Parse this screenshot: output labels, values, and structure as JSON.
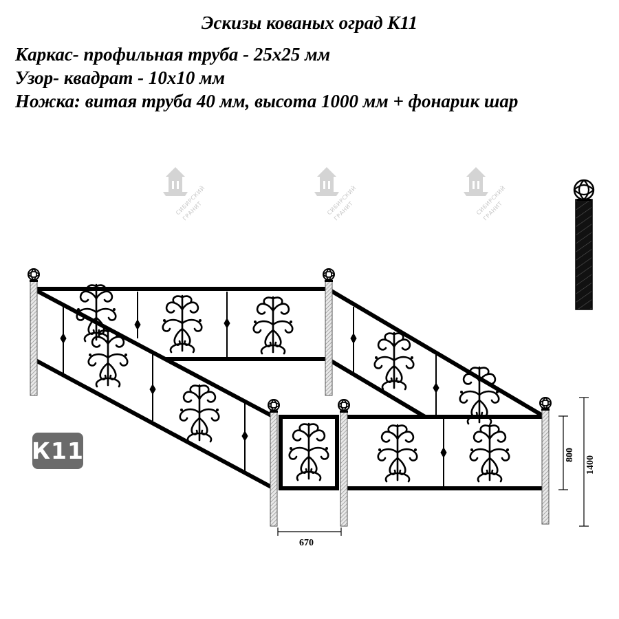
{
  "title": "Эскизы кованых оград К11",
  "specs": {
    "frame": "Каркас- профильная труба - 25х25 мм",
    "pattern": "Узор- квадрат - 10х10 мм",
    "leg": "Ножка: витая труба 40 мм, высота 1000 мм + фонарик шар"
  },
  "model_badge": "К11",
  "dimensions": {
    "panel_height": "800",
    "total_height": "1400",
    "gate_width": "670"
  },
  "watermark": {
    "line1": "СИБИРСКИЙ",
    "line2": "ГРАНИТ"
  },
  "colors": {
    "metal": "#000000",
    "post_hatch": "#9a9a9a",
    "badge_bg": "#6b6b6b",
    "watermark": "#c8c8c8"
  }
}
